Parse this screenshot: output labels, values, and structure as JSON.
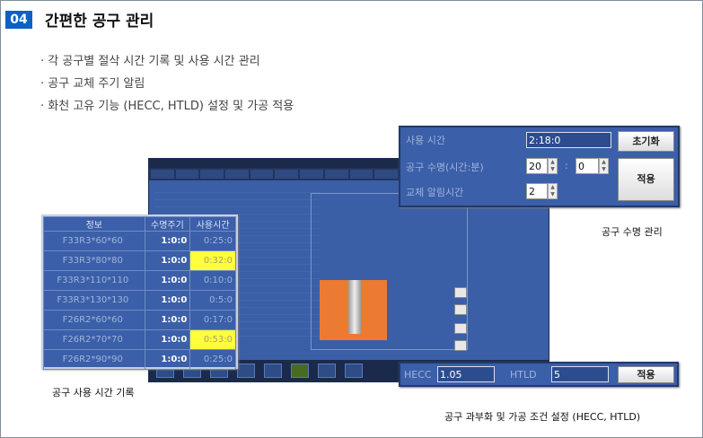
{
  "header": {
    "number": "04",
    "title": "간편한 공구 관리"
  },
  "features": [
    "각 공구별 절삭 시간 기록 및 사용 시간 관리",
    "공구 교체 주기 알림",
    "화천 고유 기능 (HECC, HTLD) 설정 및 가공 적용"
  ],
  "usage_table": {
    "columns": [
      "정보",
      "수명주기",
      "사용시간"
    ],
    "rows": [
      {
        "info": "F33R3*60*60",
        "cycle": "1:0:0",
        "used": "0:25:0",
        "highlight": false
      },
      {
        "info": "F33R3*80*80",
        "cycle": "1:0:0",
        "used": "0:32:0",
        "highlight": true
      },
      {
        "info": "F33R3*110*110",
        "cycle": "1:0:0",
        "used": "0:10:0",
        "highlight": false
      },
      {
        "info": "F33R3*130*130",
        "cycle": "1:0:0",
        "used": "0:5:0",
        "highlight": false
      },
      {
        "info": "F26R2*60*60",
        "cycle": "1:0:0",
        "used": "0:17:0",
        "highlight": false
      },
      {
        "info": "F26R2*70*70",
        "cycle": "1:0:0",
        "used": "0:53:0",
        "highlight": true
      },
      {
        "info": "F26R2*90*90",
        "cycle": "1:0:0",
        "used": "0:25:0",
        "highlight": false
      }
    ],
    "caption": "공구 사용 시간 기록"
  },
  "tool_life": {
    "usage_label": "사용 시간",
    "usage_value": "2:18:0",
    "life_label": "공구 수명(시간:분)",
    "life_hours": "20",
    "separator": ":",
    "life_minutes": "0",
    "alert_label": "교체 알림시간",
    "alert_value": "2",
    "reset_button": "초기화",
    "apply_button": "적용",
    "caption": "공구 수명 관리"
  },
  "overload": {
    "hecc_label": "HECC",
    "hecc_value": "1.05",
    "htld_label": "HTLD",
    "htld_value": "5",
    "apply_button": "적용",
    "caption": "공구 과부화 및 가공 조건 설정 (HECC, HTLD)"
  },
  "colors": {
    "accent": "#0a62c2",
    "panel": "#3b5fa8",
    "highlight": "#ffff3c",
    "orange": "#ec7a33"
  }
}
